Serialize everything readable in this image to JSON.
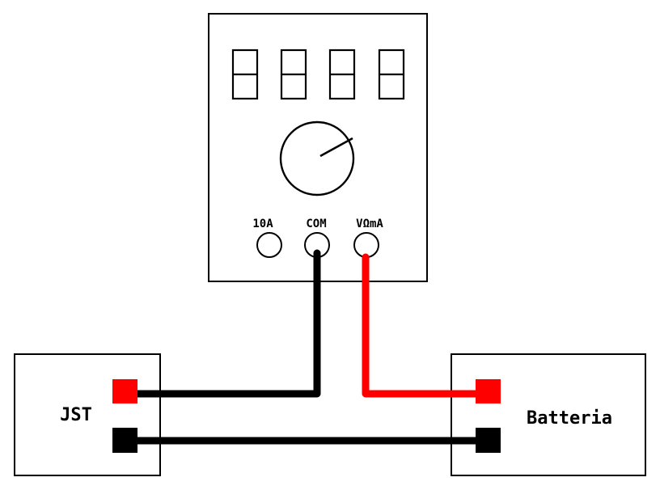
{
  "multimeter": {
    "jacks": [
      {
        "id": "10a",
        "label": "10A"
      },
      {
        "id": "com",
        "label": "COM"
      },
      {
        "id": "vohm",
        "label": "VΩmA"
      }
    ]
  },
  "jst": {
    "label": "JST"
  },
  "battery": {
    "label": "Batteria"
  },
  "colors": {
    "positive": "#ff0000",
    "negative": "#000000",
    "outline": "#000000",
    "background": "#ffffff"
  }
}
